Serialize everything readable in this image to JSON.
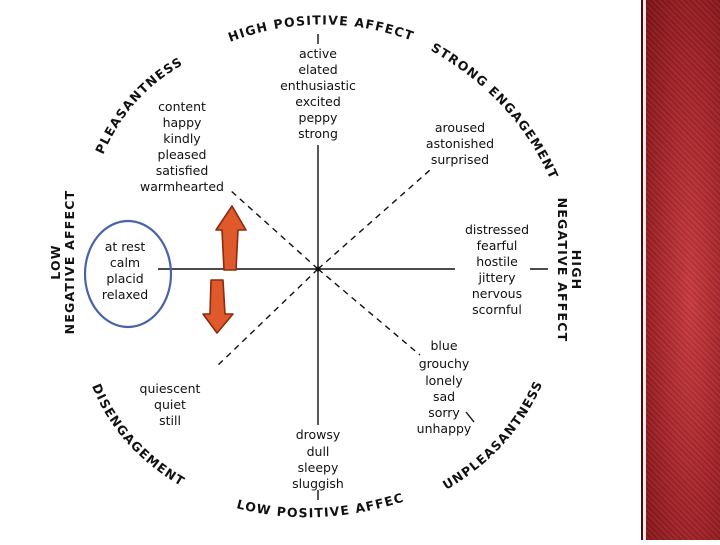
{
  "diagram": {
    "labels": {
      "high_positive_affect": "HIGH POSITIVE AFFECT",
      "low_positive_affect": "LOW POSITIVE AFFECT",
      "strong_engagement": "STRONG ENGAGEMENT",
      "disengagement": "DISENGAGEMENT",
      "pleasantness": "PLEASANTNESS",
      "unpleasantness": "UNPLEASANTNESS",
      "high_negative_line1": "HIGH",
      "high_negative_line2": "NEGATIVE AFFECT",
      "low_negative_line1": "LOW",
      "low_negative_line2": "NEGATIVE AFFECT"
    },
    "words": {
      "high_positive": [
        "active",
        "elated",
        "enthusiastic",
        "excited",
        "peppy",
        "strong"
      ],
      "strong_engagement": [
        "aroused",
        "astonished",
        "surprised"
      ],
      "high_negative": [
        "distressed",
        "fearful",
        "hostile",
        "jittery",
        "nervous",
        "scornful"
      ],
      "unpleasantness": [
        "blue",
        "grouchy",
        "lonely",
        "sad",
        "sorry",
        "unhappy"
      ],
      "low_positive": [
        "drowsy",
        "dull",
        "sleepy",
        "sluggish"
      ],
      "disengagement": [
        "quiescent",
        "quiet",
        "still"
      ],
      "low_negative": [
        "at rest",
        "calm",
        "placid",
        "relaxed"
      ],
      "pleasantness": [
        "content",
        "happy",
        "kindly",
        "pleased",
        "satisfied",
        "warmhearted"
      ]
    },
    "colors": {
      "arrow_fill": "#e0592a",
      "arrow_stroke": "#8a2a10",
      "highlight_ellipse": "#4a63a8",
      "sidebar": "#a8262b"
    }
  }
}
